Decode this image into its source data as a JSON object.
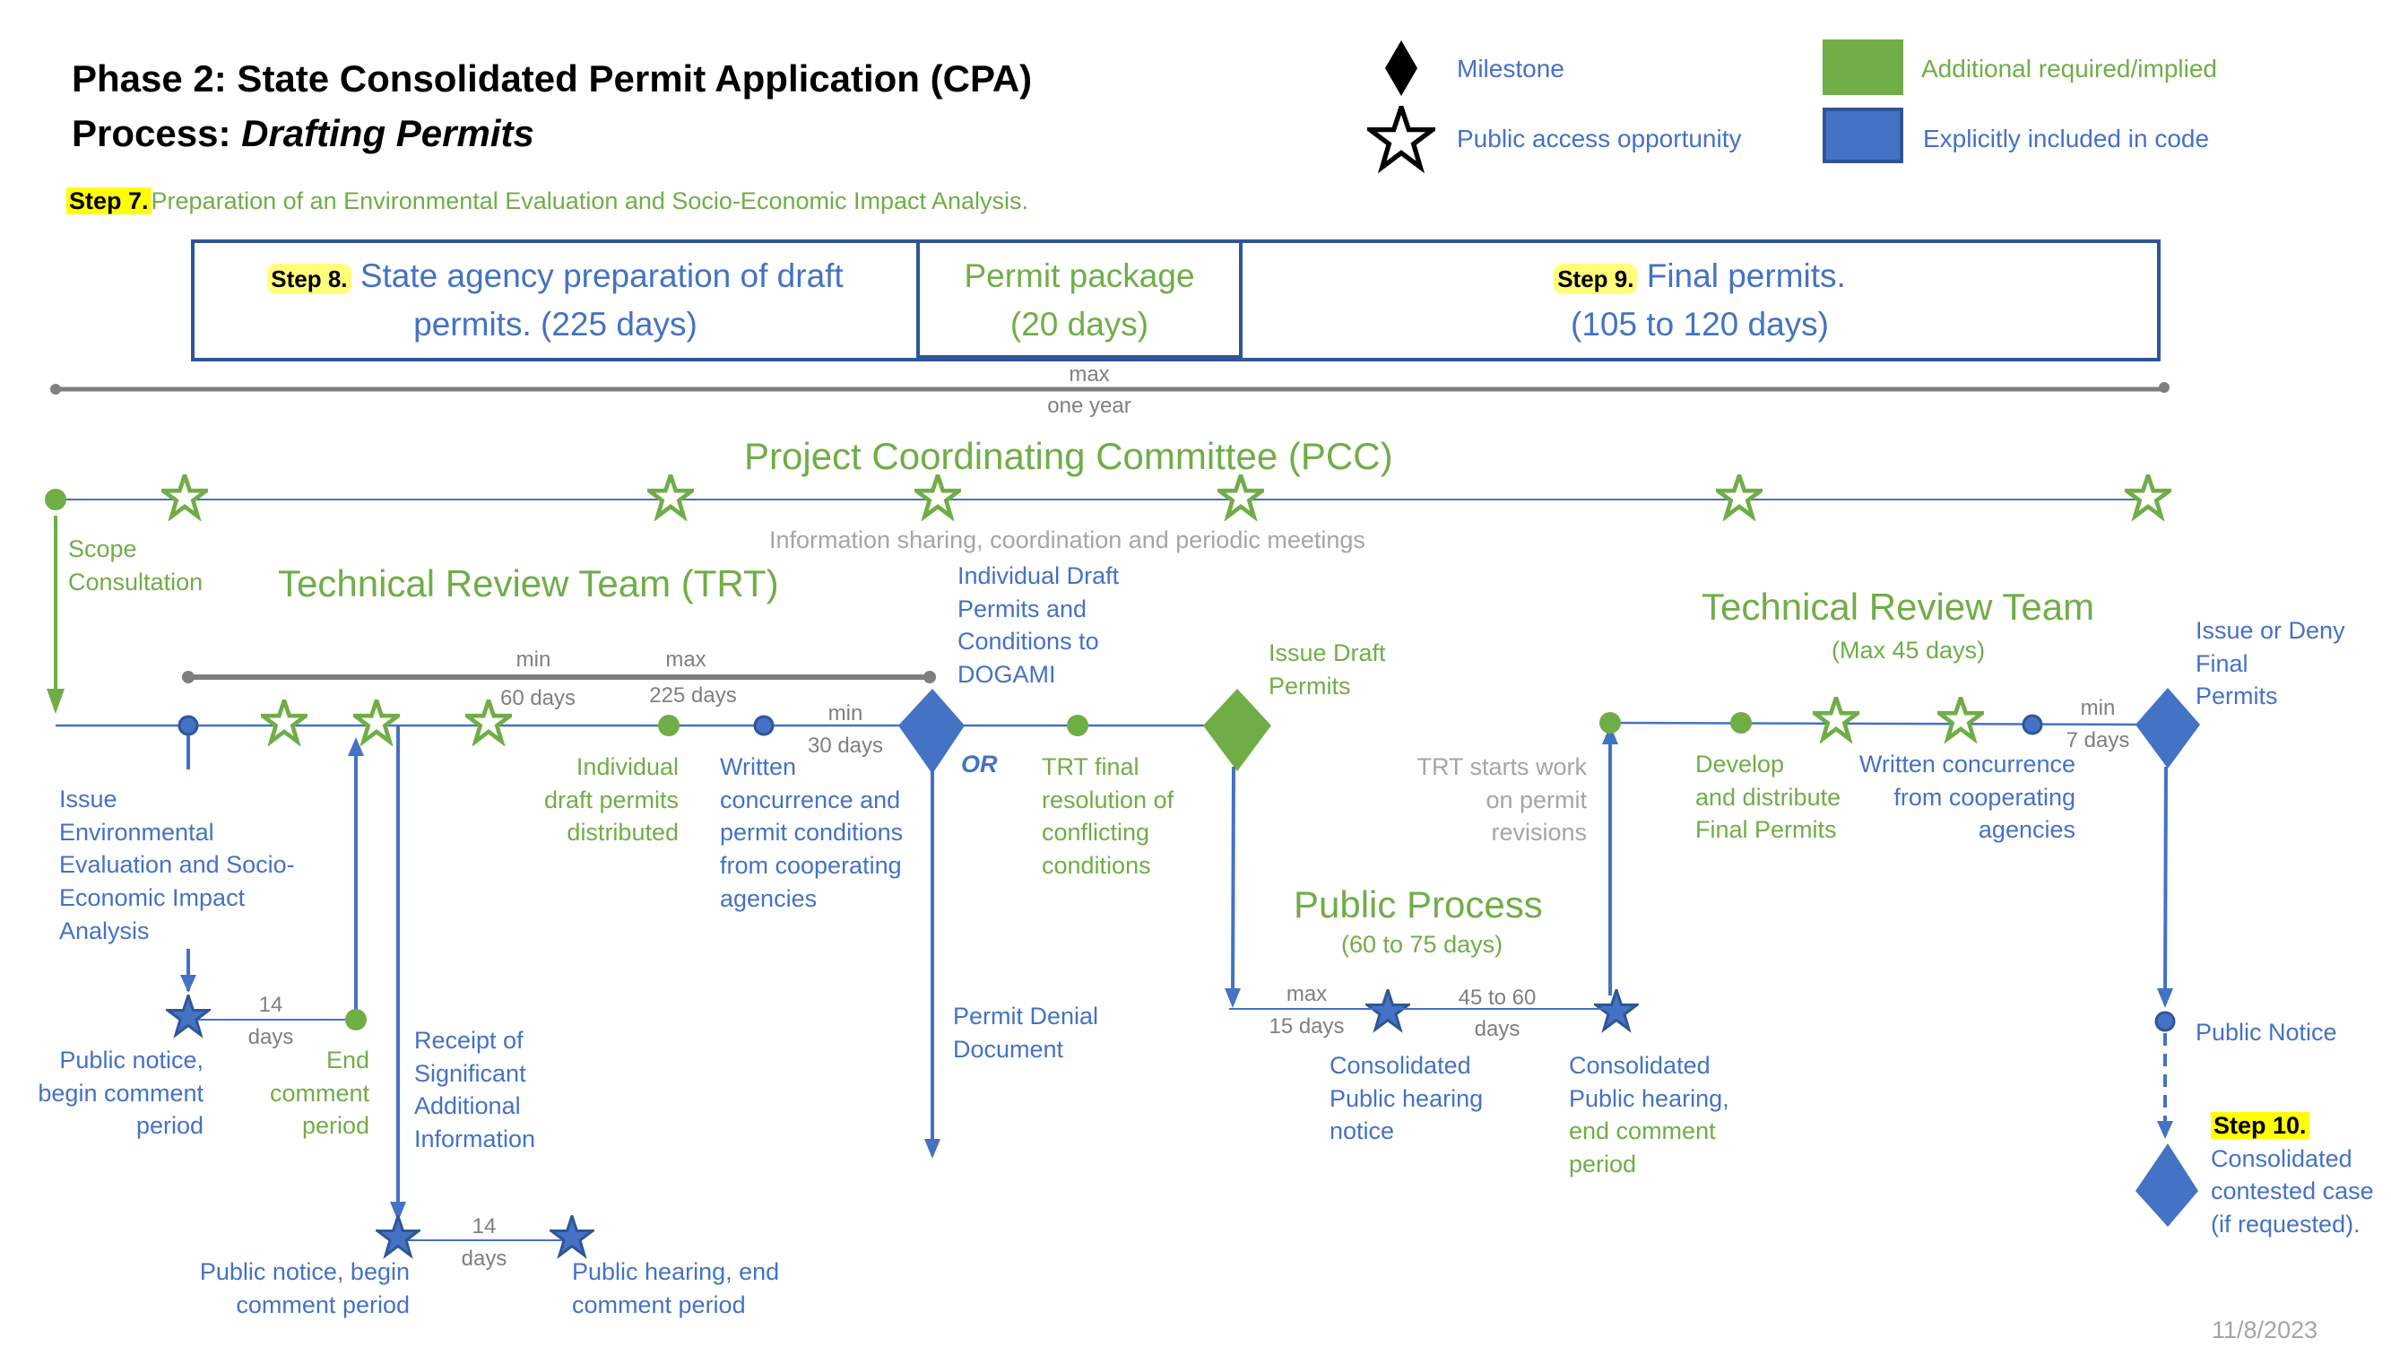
{
  "title": {
    "line1": "Phase 2: State Consolidated Permit Application (CPA)",
    "line2_prefix": "Process: ",
    "line2_italic": "Drafting Permits"
  },
  "legend": {
    "milestone": "Milestone",
    "public_access": "Public access opportunity",
    "additional": "Additional required/implied",
    "explicit": "Explicitly included in code",
    "colors": {
      "additional": "#70ad47",
      "explicit": "#4472c4"
    }
  },
  "step7": {
    "label": "Step 7.",
    "text": "Preparation of an Environmental Evaluation and Socio-Economic Impact Analysis."
  },
  "phase_boxes": [
    {
      "step": "Step 8.",
      "line1": "State agency preparation of draft",
      "line2": "permits. (225 days)"
    },
    {
      "step": "",
      "line1": "Permit package",
      "line2": "(20 days)"
    },
    {
      "step": "Step 9.",
      "line1": "Final permits.",
      "line2": "(105 to 120 days)"
    }
  ],
  "overall_duration": {
    "top": "max",
    "bottom": "one year"
  },
  "pcc": {
    "title": "Project Coordinating Committee (PCC)",
    "subtitle": "Information sharing, coordination and periodic meetings"
  },
  "scope_consultation": [
    "Scope",
    "Consultation"
  ],
  "trt1": {
    "title": "Technical Review Team (TRT)",
    "min_label": "min",
    "min_value": "60 days",
    "max_label": "max",
    "max_value": "225 days",
    "min30_label": "min",
    "min30_value": "30 days",
    "issue_ee": [
      "Issue",
      "Environmental",
      "Evaluation and Socio-",
      "Economic Impact",
      "Analysis"
    ],
    "individual_distributed": [
      "Individual",
      "draft permits",
      "distributed"
    ],
    "written_concurrence": [
      "Written",
      "concurrence and",
      "permit conditions",
      "from cooperating",
      "agencies"
    ],
    "to_dogami": [
      "Individual Draft",
      "Permits and",
      "Conditions to",
      "DOGAMI"
    ],
    "or_label": "OR",
    "trt_final": [
      "TRT final",
      "resolution of",
      "conflicting",
      "conditions"
    ],
    "issue_draft": [
      "Issue Draft",
      "Permits"
    ],
    "permit_denial": [
      "Permit Denial",
      "Document"
    ],
    "comment1": {
      "days_top": "14",
      "days_bottom": "days",
      "begin": [
        "Public notice,",
        "begin comment",
        "period"
      ],
      "end": [
        "End",
        "comment",
        "period"
      ]
    },
    "receipt": [
      "Receipt of",
      "Significant",
      "Additional",
      "Information"
    ],
    "comment2": {
      "days_top": "14",
      "days_bottom": "days",
      "begin": [
        "Public notice, begin",
        "comment period"
      ],
      "end": [
        "Public hearing, end",
        "comment period"
      ]
    }
  },
  "public_process": {
    "title": "Public Process",
    "duration": "(60 to 75 days)",
    "max_label": "max",
    "max_value": "15 days",
    "range_top": "45 to 60",
    "range_bottom": "days",
    "hearing_notice": [
      "Consolidated",
      "Public hearing",
      "notice"
    ],
    "hearing_end_blue": [
      "Consolidated",
      "Public hearing,"
    ],
    "hearing_end_green": [
      "end comment",
      "period"
    ],
    "trt_starts": [
      "TRT starts work",
      "on permit",
      "revisions"
    ]
  },
  "trt2": {
    "title": "Technical Review Team",
    "duration": "(Max 45 days)",
    "develop": [
      "Develop",
      "and distribute",
      "Final Permits"
    ],
    "written": [
      "Written concurrence",
      "from cooperating",
      "agencies"
    ],
    "min_label": "min",
    "min_value": "7 days",
    "issue_deny": [
      "Issue or Deny",
      "Final",
      "Permits"
    ],
    "public_notice": "Public Notice"
  },
  "step10": {
    "label": "Step 10.",
    "text": [
      "Consolidated",
      "contested case",
      "(if requested)."
    ]
  },
  "date": "11/8/2023"
}
